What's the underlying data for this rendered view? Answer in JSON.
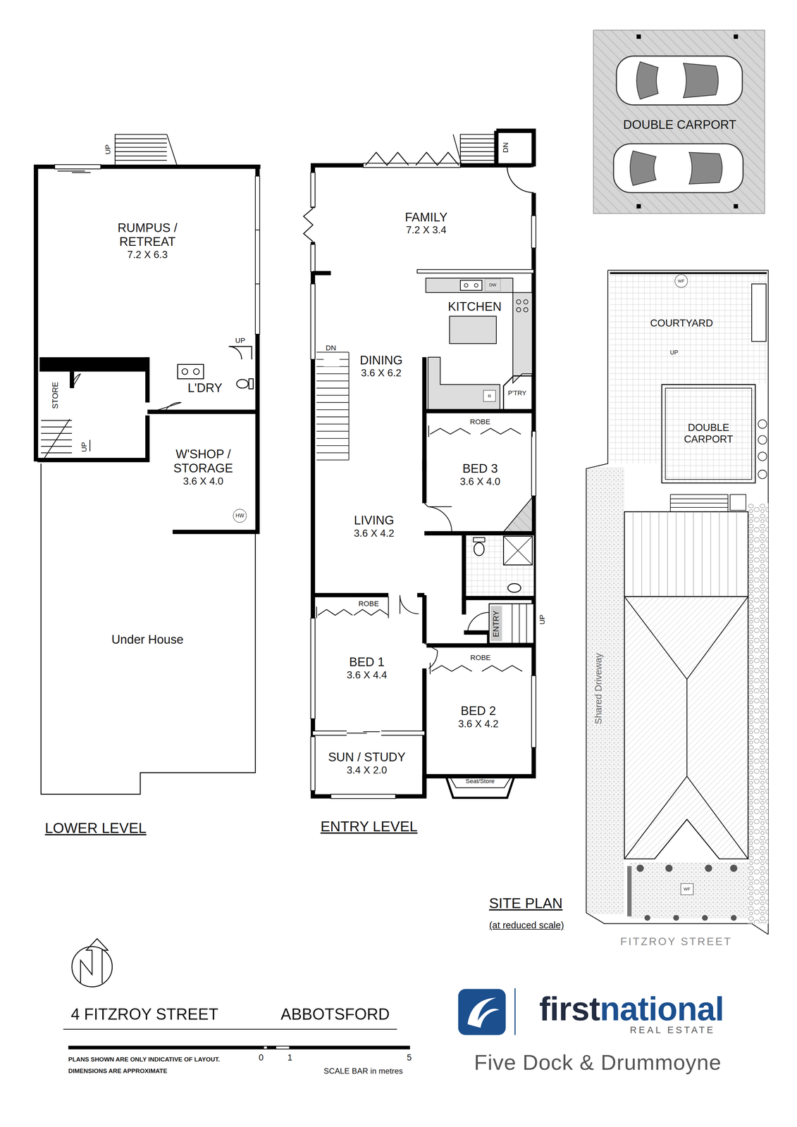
{
  "diagram": {
    "nodes": [
      {
        "text": [
          "RUMPUS / RETREAT",
          "7.2 X 6.3"
        ]
      },
      {
        "text": [
          "STORE"
        ]
      },
      {
        "text": [
          "L'DRY"
        ]
      },
      {
        "text": [
          "W'SHOP / STORAGE",
          "3.6 X 4.0"
        ]
      },
      {
        "text": [
          "HW"
        ],
        "in": 3
      },
      {
        "text": [
          "Under House"
        ]
      },
      {
        "text": [
          "FAMILY",
          "7.2 X 3.4"
        ]
      },
      {
        "text": [
          "KITCHEN"
        ]
      },
      {
        "text": [
          "DW"
        ],
        "in": 7
      },
      {
        "text": [
          "R"
        ],
        "in": 7
      },
      {
        "text": [
          "P'TRY"
        ],
        "in": 7
      },
      {
        "text": [
          "DINING",
          "3.6 X 6.2"
        ]
      },
      {
        "text": [
          "BED 3",
          "3.6 X 4.0"
        ]
      },
      {
        "text": [
          "ROBE"
        ],
        "in": 12
      },
      {
        "text": [
          "LIVING",
          "3.6 X 4.2"
        ]
      },
      {
        "text": [
          "ENTRY"
        ]
      },
      {
        "text": [
          "BED 1",
          "3.6 X 4.4"
        ]
      },
      {
        "text": [
          "ROBE"
        ],
        "in": 16
      },
      {
        "text": [
          "BED 2",
          "3.6 X 4.2"
        ]
      },
      {
        "text": [
          "ROBE"
        ],
        "in": 18
      },
      {
        "text": [
          "Seat/Store"
        ],
        "in": 18
      },
      {
        "text": [
          "SUN / STUDY",
          "3.4 X 2.0"
        ]
      },
      {
        "text": [
          "DOUBLE CARPORT"
        ]
      },
      {
        "text": [
          "WF"
        ]
      },
      {
        "text": [
          "COURTYARD"
        ]
      },
      {
        "text": [
          "DOUBLE CARPORT"
        ]
      },
      {
        "text": [
          "WF"
        ]
      }
    ],
    "labels": [
      "UP",
      "DN",
      "UP",
      "UP",
      "DN",
      "UP",
      "UP",
      "Shared Driveway",
      "FITZROY STREET",
      "LOWER LEVEL",
      "ENTRY LEVEL",
      "SITE PLAN",
      "(at reduced scale)",
      "4 FITZROY STREET",
      "ABBOTSFORD",
      "PLANS SHOWN ARE ONLY INDICATIVE OF LAYOUT.",
      "DIMENSIONS ARE APPROXIMATE",
      "0",
      "1",
      "5",
      "SCALE BAR in metres",
      "first",
      "national",
      "REAL ESTATE",
      "Five Dock & Drummoyne"
    ]
  }
}
